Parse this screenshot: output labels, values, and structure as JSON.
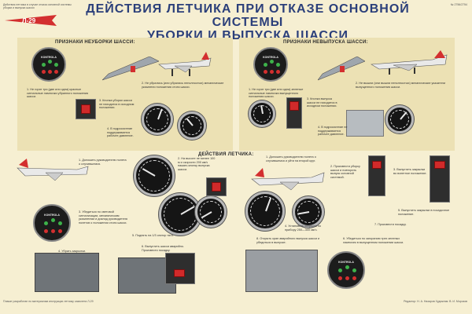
{
  "header": {
    "top_left_note": "Действия летчика в случае отказа основной системы уборки и выпуска шасси",
    "top_right_code": "№ 2756/2754",
    "logo_text": "Л-29",
    "title_line1": "ДЕЙСТВИЯ ЛЕТЧИКА ПРИ ОТКАЗЕ ОСНОВНОЙ СИСТЕМЫ",
    "title_line2": "УБОРКИ И ВЫПУСКА ШАССИ"
  },
  "left_top": {
    "heading": "ПРИЗНАКИ НЕУБОРКИ ШАССИ:",
    "kontrola_label": "KONTROLA",
    "step1": "1. Не горят три (две или одна) красные сигнальные лампочки убранного положения шасси.",
    "step2": "2. Не убрались (или убрались неполностью) механические указатели положения стоек шасси.",
    "step3": "3. Кнопка уборки шасси не находится в исходном положении.",
    "step4": "4. В гидросистеме поддерживается рабочее давление."
  },
  "right_top": {
    "heading": "ПРИЗНАКИ НЕВЫПУСКА ШАССИ:",
    "kontrola_label": "KONTROLA",
    "step1": "1. Не горят три (две или одна) зеленые сигнальные лампочки выпущенного положения шасси.",
    "step2": "2. Не вышли (или вышли неполностью) механические указатели выпущенного положения шасси.",
    "step3": "3. Кнопка выпуска шасси не находится в исходном положении.",
    "step4": "4. В гидросистеме не поддерживается рабочее давление."
  },
  "actions": {
    "heading": "ДЕЙСТВИЯ ЛЕТЧИКА:",
    "l1": "1. Доложить руководителю полета о случившемся.",
    "l2": "2. На высоте не менее 100 м и скорости 200 км/ч нажать кнопку выпуска шасси.",
    "l3": "3. Убедиться по световой сигнализации, механическим указателям и доклад руководителя полетов о положении стоек шасси.",
    "l4": "4. Убрать закрылки.",
    "l5": "5. Поднять на 1/3 сектор тяги.",
    "l6": "6. Выпустить шасси аварийно. Произвести посадку.",
    "r1": "1. Доложить руководителю полета о случившемся и уйти на второй круг.",
    "r2": "2. Произвести уборку шасси и повторить выпуск основной системой.",
    "r3": "3. Выпустить закрылки во взлетное положение.",
    "r4": "4. Установить скорость по прибору 250—300 км/ч.",
    "r5": "5. Выпустить закрылки в посадочное положение.",
    "r6": "6. Убедиться по загоранию трех зеленых лампочек в выпущенном положении шасси.",
    "r7": "7. Произвести посадку.",
    "r8": "8. Открыть кран аварийного выпуска шасси и убедиться в выпуске."
  },
  "footer": {
    "left_note": "Плакат разработан по материалам инструкции летчику самолета Л-29",
    "right_note": "Редактор: Н. А. Назаров  Художник: В. И. Морозов"
  },
  "colors": {
    "background": "#f6efd2",
    "panel": "#ece1b4",
    "title": "#2b3f7a",
    "accent": "#c21f1f",
    "lamp_green": "#3db24a",
    "lamp_red": "#d32f2f"
  }
}
